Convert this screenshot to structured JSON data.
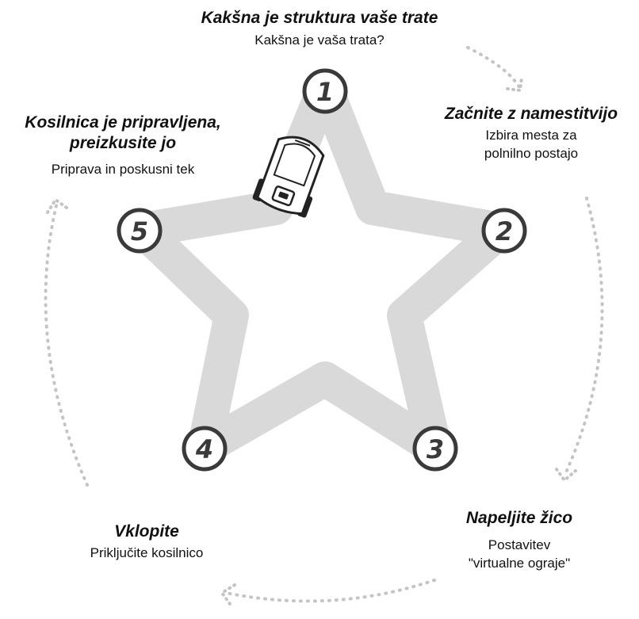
{
  "steps": [
    {
      "number": "1",
      "title": "Kakšna je struktura vaše trate",
      "subtitle": "Kakšna je vaša trata?"
    },
    {
      "number": "2",
      "title": "Začnite z namestitvijo",
      "subtitle_lines": [
        "Izbira mesta za",
        "polnilno postajo"
      ]
    },
    {
      "number": "3",
      "title": "Napeljite žico",
      "subtitle_lines": [
        "Postavitev",
        "\"virtualne ograje\""
      ]
    },
    {
      "number": "4",
      "title": "Vklopite",
      "subtitle": "Priključite kosilnico"
    },
    {
      "number": "5",
      "title_lines": [
        "Kosilnica je pripravljena,",
        "preizkusite jo"
      ],
      "subtitle": "Priprava in poskusni tek"
    }
  ],
  "colors": {
    "star_path": "#d9d9d9",
    "circle_fill": "#ffffff",
    "circle_stroke": "#3a3a3a",
    "dotted_arrows": "#c4c4c4",
    "text": "#111111"
  },
  "icons": [
    "robot-mower-icon",
    "dotted-cycle-arrow-icon"
  ]
}
